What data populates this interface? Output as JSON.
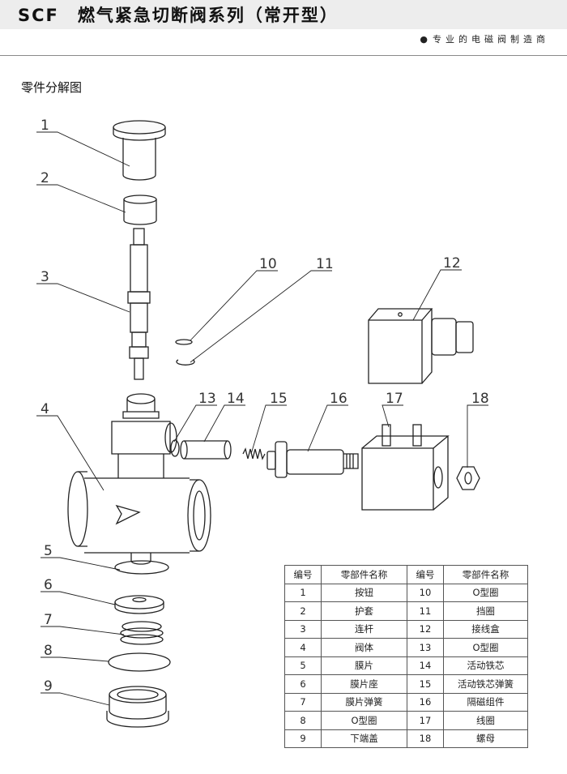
{
  "header": {
    "title": "SCF　燃气紧急切断阀系列（常开型）",
    "tagline_dot": "●",
    "tagline": "专业的电磁阀制造商"
  },
  "section": {
    "title": "零件分解图"
  },
  "callouts": [
    "1",
    "2",
    "3",
    "4",
    "5",
    "6",
    "7",
    "8",
    "9",
    "10",
    "11",
    "12",
    "13",
    "14",
    "15",
    "16",
    "17",
    "18"
  ],
  "parts_table": {
    "headers": [
      "编号",
      "零部件名称",
      "编号",
      "零部件名称"
    ],
    "rows": [
      [
        "1",
        "按钮",
        "10",
        "O型圈"
      ],
      [
        "2",
        "护套",
        "11",
        "挡圈"
      ],
      [
        "3",
        "连杆",
        "12",
        "接线盒"
      ],
      [
        "4",
        "阀体",
        "13",
        "O型圈"
      ],
      [
        "5",
        "膜片",
        "14",
        "活动铁芯"
      ],
      [
        "6",
        "膜片座",
        "15",
        "活动铁芯弹簧"
      ],
      [
        "7",
        "膜片弹簧",
        "16",
        "隔磁组件"
      ],
      [
        "8",
        "O型圈",
        "17",
        "线圈"
      ],
      [
        "9",
        "下端盖",
        "18",
        "螺母"
      ]
    ]
  }
}
